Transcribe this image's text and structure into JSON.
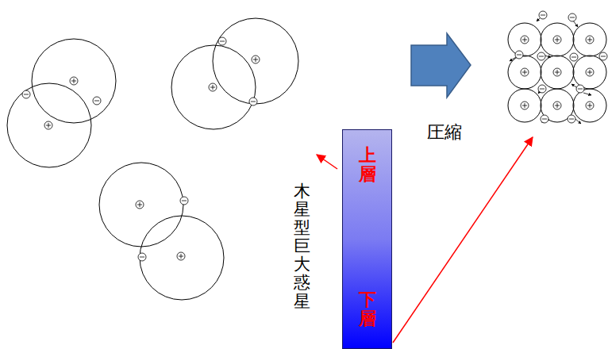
{
  "diagram": {
    "nodes": [
      {
        "text": [
          "上層",
          "下層"
        ]
      }
    ],
    "labels": [
      "圧縮",
      "木星型巨大惑星"
    ]
  }
}
